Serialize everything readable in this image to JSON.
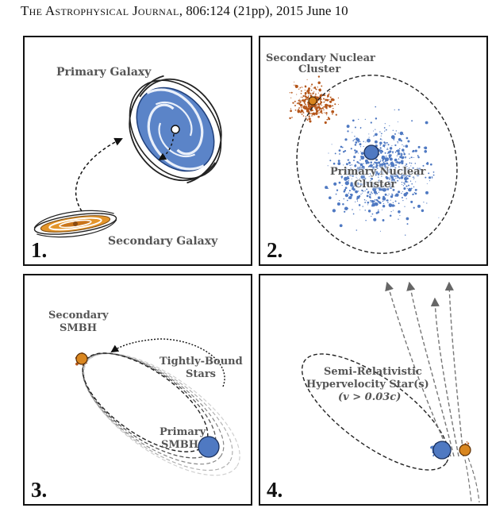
{
  "header": {
    "journal": "The Astrophysical Journal",
    "citation": ", 806:124 (21pp), 2015 June 10"
  },
  "colors": {
    "primary_blue": "#4f79c2",
    "secondary_orange": "#d9861f",
    "orange_star": "#b5561a",
    "outline": "#1a1a1a",
    "label_gray": "#555555"
  },
  "panels": [
    {
      "number": "1.",
      "labels": {
        "primary": "Primary Galaxy",
        "secondary": "Secondary Galaxy"
      }
    },
    {
      "number": "2.",
      "labels": {
        "secondary_line1": "Secondary Nuclear",
        "secondary_line2": "Cluster",
        "primary_line1": "Primary Nuclear",
        "primary_line2": "Cluster"
      }
    },
    {
      "number": "3.",
      "labels": {
        "secondary_line1": "Secondary",
        "secondary_line2": "SMBH",
        "stars_line1": "Tightly-Bound",
        "stars_line2": "Stars",
        "primary_line1": "Primary",
        "primary_line2": "SMBH"
      }
    },
    {
      "number": "4.",
      "labels": {
        "line1": "Semi-Relativistic",
        "line2": "Hypervelocity Star(s)",
        "line3": "(v > 0.03c)"
      }
    }
  ]
}
